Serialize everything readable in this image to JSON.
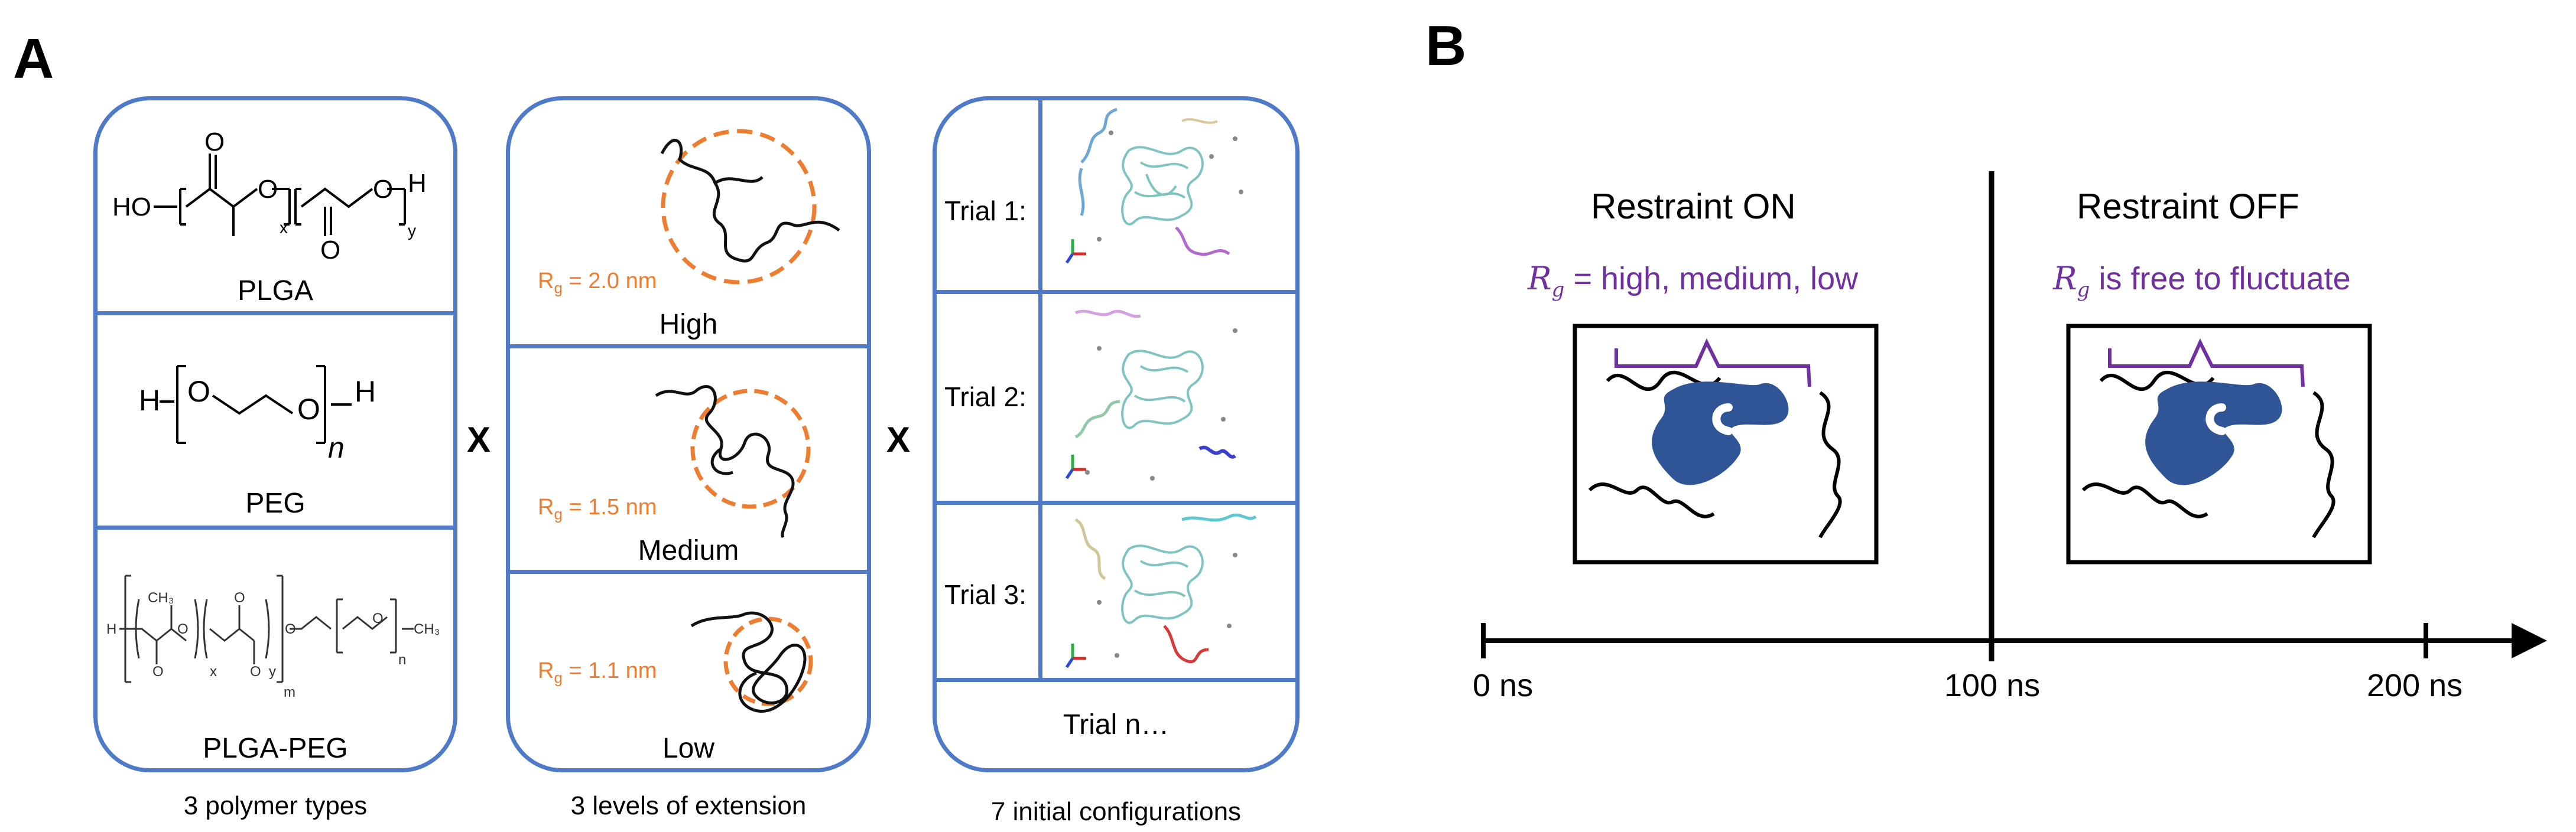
{
  "panel_a": {
    "letter": "A",
    "polymers": {
      "items": [
        "PLGA",
        "PEG",
        "PLGA-PEG"
      ],
      "caption": "3 polymer types"
    },
    "extension": {
      "levels": [
        {
          "label": "High",
          "rg_prefix": "R",
          "rg_sub": "g",
          "rg_value": " = 2.0 nm"
        },
        {
          "label": "Medium",
          "rg_prefix": "R",
          "rg_sub": "g",
          "rg_value": " = 1.5 nm"
        },
        {
          "label": "Low",
          "rg_prefix": "R",
          "rg_sub": "g",
          "rg_value": " = 1.1 nm"
        }
      ],
      "caption": "3 levels of extension"
    },
    "configs": {
      "trials": [
        "Trial 1:",
        "Trial 2:",
        "Trial 3:"
      ],
      "more": "Trial n…",
      "caption": "7 initial configurations"
    },
    "times_symbol": "X",
    "colors": {
      "box_border": "#4f7ac7",
      "rg_circle": "#ed7d31"
    }
  },
  "panel_b": {
    "letter": "B",
    "left_title": "Restraint ON",
    "right_title": "Restraint OFF",
    "left_note_symbol": "R",
    "left_note_sub": "g",
    "left_note_eq": " =  high, medium, low",
    "right_note_symbol": "R",
    "right_note_sub": "g",
    "right_note_text": " is free to fluctuate",
    "timeline": [
      "0 ns",
      "100 ns",
      "200 ns"
    ],
    "colors": {
      "protein": "#2f5597",
      "note": "#7030a0"
    }
  }
}
